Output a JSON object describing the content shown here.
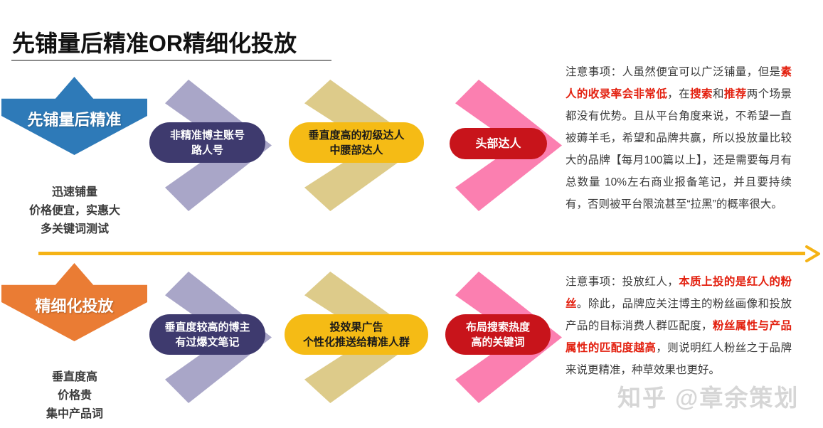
{
  "page": {
    "title": "先铺量后精准OR精细化投放",
    "watermark": "知乎 @章余策划"
  },
  "colors": {
    "blue": "#2e7ab8",
    "orange": "#ea7c34",
    "light_purple": "#a9a6c8",
    "dark_purple": "#3e3a6e",
    "light_gold": "#ddcb8a",
    "yellow": "#f5bb15",
    "pink": "#fb7fb0",
    "dark_red": "#c8141b",
    "arrow_yellow": "#f5b315",
    "red_highlight": "#e3200f",
    "rule_gray": "#8b8b8b",
    "watermark_gray": "#d6d6d6"
  },
  "rows": [
    {
      "banner_label": "先铺量后精准",
      "caption_lines": [
        "迅速铺量",
        "价格便宜，实惠大",
        "多关键词测试"
      ],
      "steps": [
        {
          "lines": [
            "非精准博主账号",
            "路人号"
          ]
        },
        {
          "lines": [
            "垂直度高的初级达人",
            "中腰部达人"
          ]
        },
        {
          "lines": [
            "头部达人"
          ]
        }
      ]
    },
    {
      "banner_label": "精细化投放",
      "caption_lines": [
        "垂直度高",
        "价格贵",
        "集中产品词"
      ],
      "steps": [
        {
          "lines": [
            "垂直度较高的博主",
            "有过爆文笔记"
          ]
        },
        {
          "lines": [
            "投效果广告",
            "个性化推送给精准人群"
          ]
        },
        {
          "lines": [
            "布局搜索热度",
            "高的关键词"
          ]
        }
      ]
    }
  ],
  "panels": {
    "top": {
      "segments": [
        {
          "text": "注意事项：人虽然便宜可以广泛铺量，但是",
          "highlight": false
        },
        {
          "text": "素人的收录率会非常低",
          "highlight": true
        },
        {
          "text": "，在",
          "highlight": false
        },
        {
          "text": "搜索",
          "highlight": true
        },
        {
          "text": "和",
          "highlight": false
        },
        {
          "text": "推荐",
          "highlight": true
        },
        {
          "text": "两个场景都没有优势。且从平台角度来说，不希望一直被薅羊毛，希望和品牌共赢，所以投放量比较大的品牌【每月100篇以上】，还是需要每月有总数量 10%左右商业报备笔记，并且要持续有，否则被平台限流甚至“拉黑”的概率很大。",
          "highlight": false
        }
      ]
    },
    "bottom": {
      "segments": [
        {
          "text": "注意事项：投放红人，",
          "highlight": false
        },
        {
          "text": "本质上投的是红人的粉丝",
          "highlight": true
        },
        {
          "text": "。除此，品牌应关注博主的粉丝画像和投放产品的目标消费人群匹配度，",
          "highlight": false
        },
        {
          "text": "粉丝属性与产品属性的匹配度越高",
          "highlight": true
        },
        {
          "text": "，则说明红人粉丝之于品牌来说更精准，种草效果也更好。",
          "highlight": false
        }
      ]
    }
  },
  "long_arrow": {
    "name": "progression-arrow",
    "direction": "right"
  }
}
